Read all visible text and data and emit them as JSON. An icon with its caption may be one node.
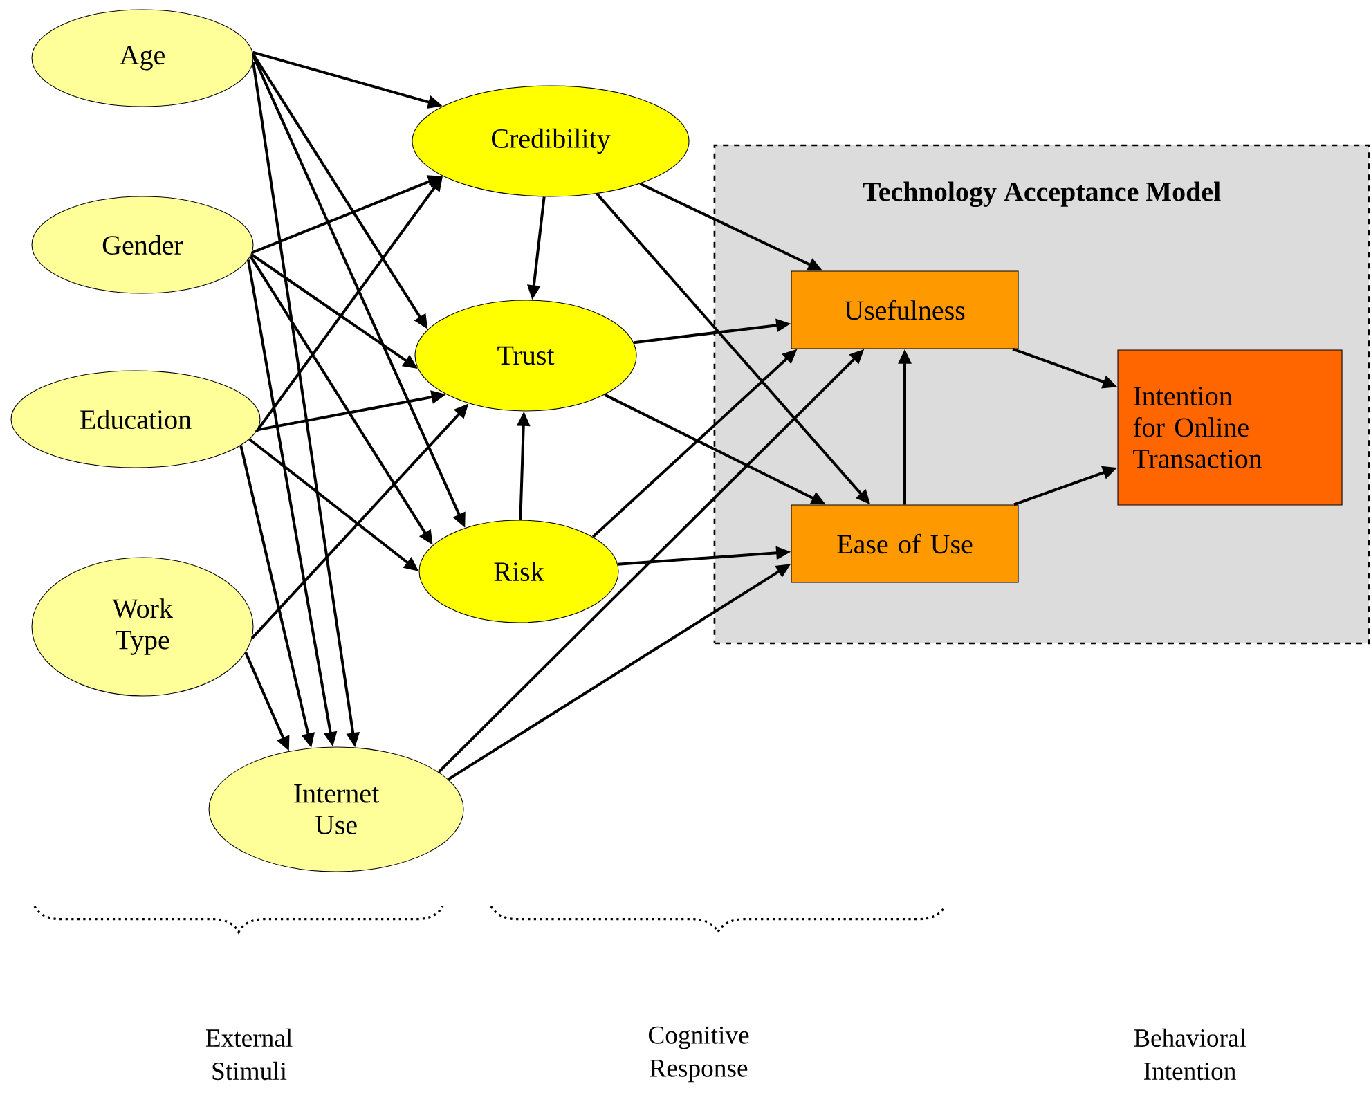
{
  "diagram": {
    "nodes": [
      {
        "text": [
          "Age"
        ]
      },
      {
        "text": [
          "Gender"
        ]
      },
      {
        "text": [
          "Education"
        ]
      },
      {
        "text": [
          "Work Type"
        ]
      },
      {
        "text": [
          "Internet Use"
        ]
      },
      {
        "text": [
          "Credibility"
        ]
      },
      {
        "text": [
          "Trust"
        ]
      },
      {
        "text": [
          "Risk"
        ]
      },
      {
        "text": [
          "Technology Acceptance Model"
        ]
      },
      {
        "text": [
          "Usefulness"
        ],
        "in": 8
      },
      {
        "text": [
          "Ease of Use"
        ],
        "in": 8
      },
      {
        "text": [
          "Intention for Online Transaction"
        ],
        "in": 8
      }
    ],
    "edges": [
      {
        "from": 0,
        "to": 5,
        "arrow": "to"
      },
      {
        "from": 0,
        "to": 6,
        "arrow": "to"
      },
      {
        "from": 0,
        "to": 7,
        "arrow": "to"
      },
      {
        "from": 0,
        "to": 4,
        "arrow": "to"
      },
      {
        "from": 1,
        "to": 5,
        "arrow": "to"
      },
      {
        "from": 1,
        "to": 6,
        "arrow": "to"
      },
      {
        "from": 1,
        "to": 7,
        "arrow": "to"
      },
      {
        "from": 1,
        "to": 4,
        "arrow": "to"
      },
      {
        "from": 2,
        "to": 5,
        "arrow": "to"
      },
      {
        "from": 2,
        "to": 6,
        "arrow": "to"
      },
      {
        "from": 2,
        "to": 7,
        "arrow": "to"
      },
      {
        "from": 2,
        "to": 4,
        "arrow": "to"
      },
      {
        "from": 3,
        "to": 6,
        "arrow": "to"
      },
      {
        "from": 3,
        "to": 4,
        "arrow": "to"
      },
      {
        "from": 5,
        "to": 6,
        "arrow": "to"
      },
      {
        "from": 7,
        "to": 6,
        "arrow": "to"
      },
      {
        "from": 5,
        "to": 9,
        "arrow": "to"
      },
      {
        "from": 5,
        "to": 10,
        "arrow": "to"
      },
      {
        "from": 6,
        "to": 9,
        "arrow": "to"
      },
      {
        "from": 6,
        "to": 10,
        "arrow": "to"
      },
      {
        "from": 7,
        "to": 9,
        "arrow": "to"
      },
      {
        "from": 7,
        "to": 10,
        "arrow": "to"
      },
      {
        "from": 4,
        "to": 9,
        "arrow": "to"
      },
      {
        "from": 4,
        "to": 10,
        "arrow": "to"
      },
      {
        "from": 10,
        "to": 9,
        "arrow": "to"
      },
      {
        "from": 9,
        "to": 11,
        "arrow": "to"
      },
      {
        "from": 10,
        "to": 11,
        "arrow": "to"
      }
    ],
    "labels": [
      "External Stimuli",
      "Cognitive Response",
      "Behavioral Intention"
    ]
  }
}
